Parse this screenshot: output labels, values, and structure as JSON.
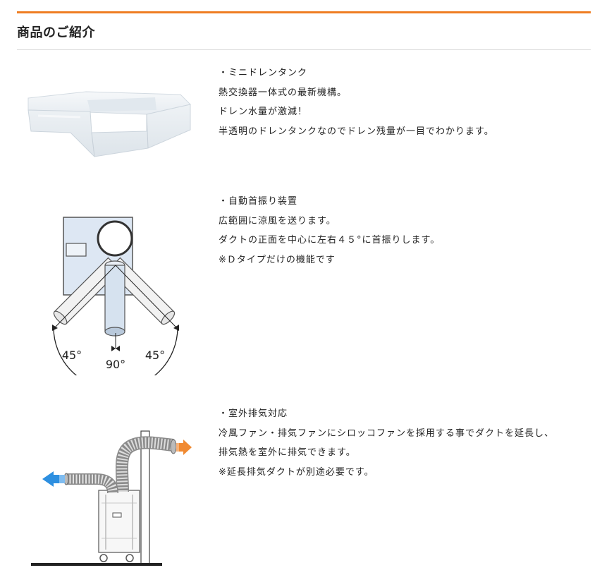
{
  "section": {
    "title": "商品のご紹介"
  },
  "features": [
    {
      "heading": "・ミニドレンタンク",
      "lines": [
        "熱交換器一体式の最新機構。",
        "ドレン水量が激減！",
        "半透明のドレンタンクなのでドレン残量が一目でわかります。"
      ]
    },
    {
      "heading": "・自動首振り装置",
      "lines": [
        "広範囲に涼風を送ります。",
        "ダクトの正面を中心に左右４５°に首振りします。",
        "※Ｄタイプだけの機能です"
      ],
      "diagram": {
        "left_angle": "45°",
        "center_angle": "90°",
        "right_angle": "45°"
      }
    },
    {
      "heading": "・室外排気対応",
      "lines": [
        "冷風ファン・排気ファンにシロッコファンを採用する事でダクトを延長し、",
        "排気熱を室外に排気できます。",
        "※延長排気ダクトが別途必要です。"
      ]
    }
  ],
  "colors": {
    "accent": "#ef7d22",
    "cool_air": "#2d8fe0",
    "hot_air": "#f08a32"
  }
}
